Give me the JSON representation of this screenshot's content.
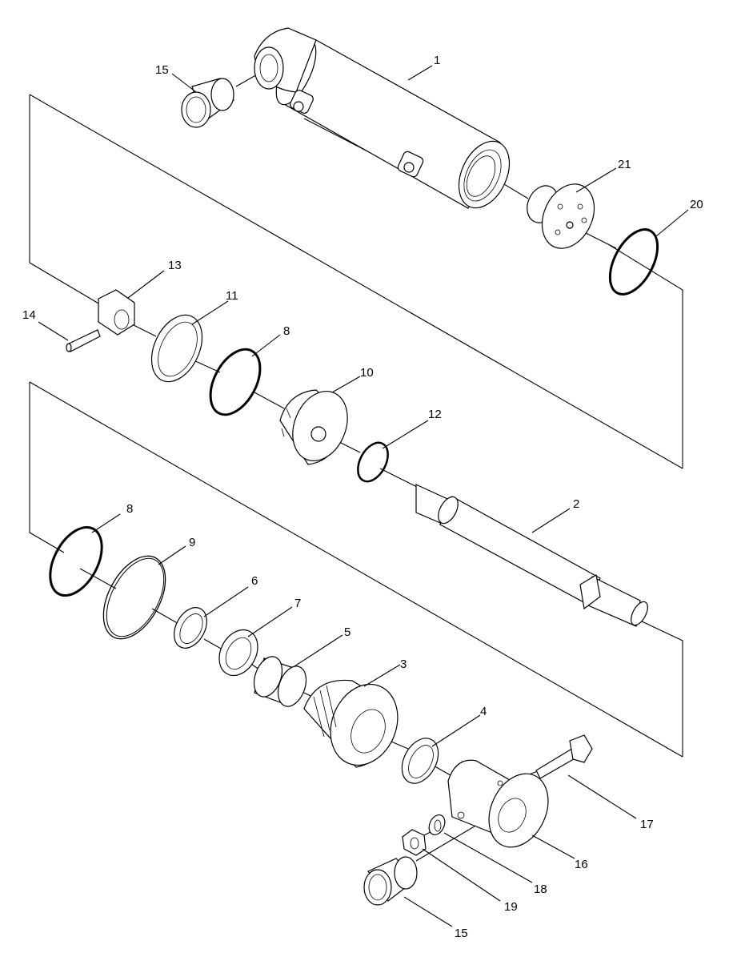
{
  "callouts": {
    "c1": "1",
    "c2": "2",
    "c3": "3",
    "c4": "4",
    "c5": "5",
    "c6": "6",
    "c7": "7",
    "c8a": "8",
    "c8b": "8",
    "c9": "9",
    "c10": "10",
    "c11": "11",
    "c12": "12",
    "c13": "13",
    "c14": "14",
    "c15a": "15",
    "c15b": "15",
    "c16": "16",
    "c17": "17",
    "c18": "18",
    "c19": "19",
    "c20": "20",
    "c21": "21"
  }
}
